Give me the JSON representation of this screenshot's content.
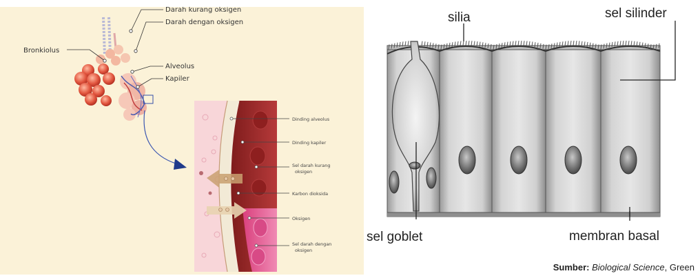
{
  "alveoli_figure": {
    "labels": {
      "darah_kurang": "Darah kurang oksigen",
      "darah_dengan": "Darah dengan oksigen",
      "bronkiolus": "Bronkiolus",
      "alveolus": "Alveolus",
      "kapiler": "Kapiler"
    },
    "inset_labels": {
      "dinding_alveolus": "Dinding alveolus",
      "dinding_kapiler": "Dinding kapiler",
      "sel_darah_kurang_1": "Sel darah kurang",
      "sel_darah_kurang_2": "oksigen",
      "karbon_dioksida": "Karbon dioksida",
      "oksigen": "Oksigen",
      "sel_darah_dengan_1": "Sel darah dengan",
      "sel_darah_dengan_2": "oksigen"
    },
    "colors": {
      "background": "#fbf2d8",
      "arrow": "#1f3a8a",
      "blood_dark": "#9e2a2a",
      "blood_ox": "#e05890"
    }
  },
  "epithelium_figure": {
    "labels": {
      "silia": "silia",
      "sel_silinder": "sel silinder",
      "sel_goblet": "sel goblet",
      "membran_basal": "membran basal"
    }
  },
  "source": {
    "prefix": "Sumber:",
    "title": "Biological Science",
    "author": ", Green"
  }
}
